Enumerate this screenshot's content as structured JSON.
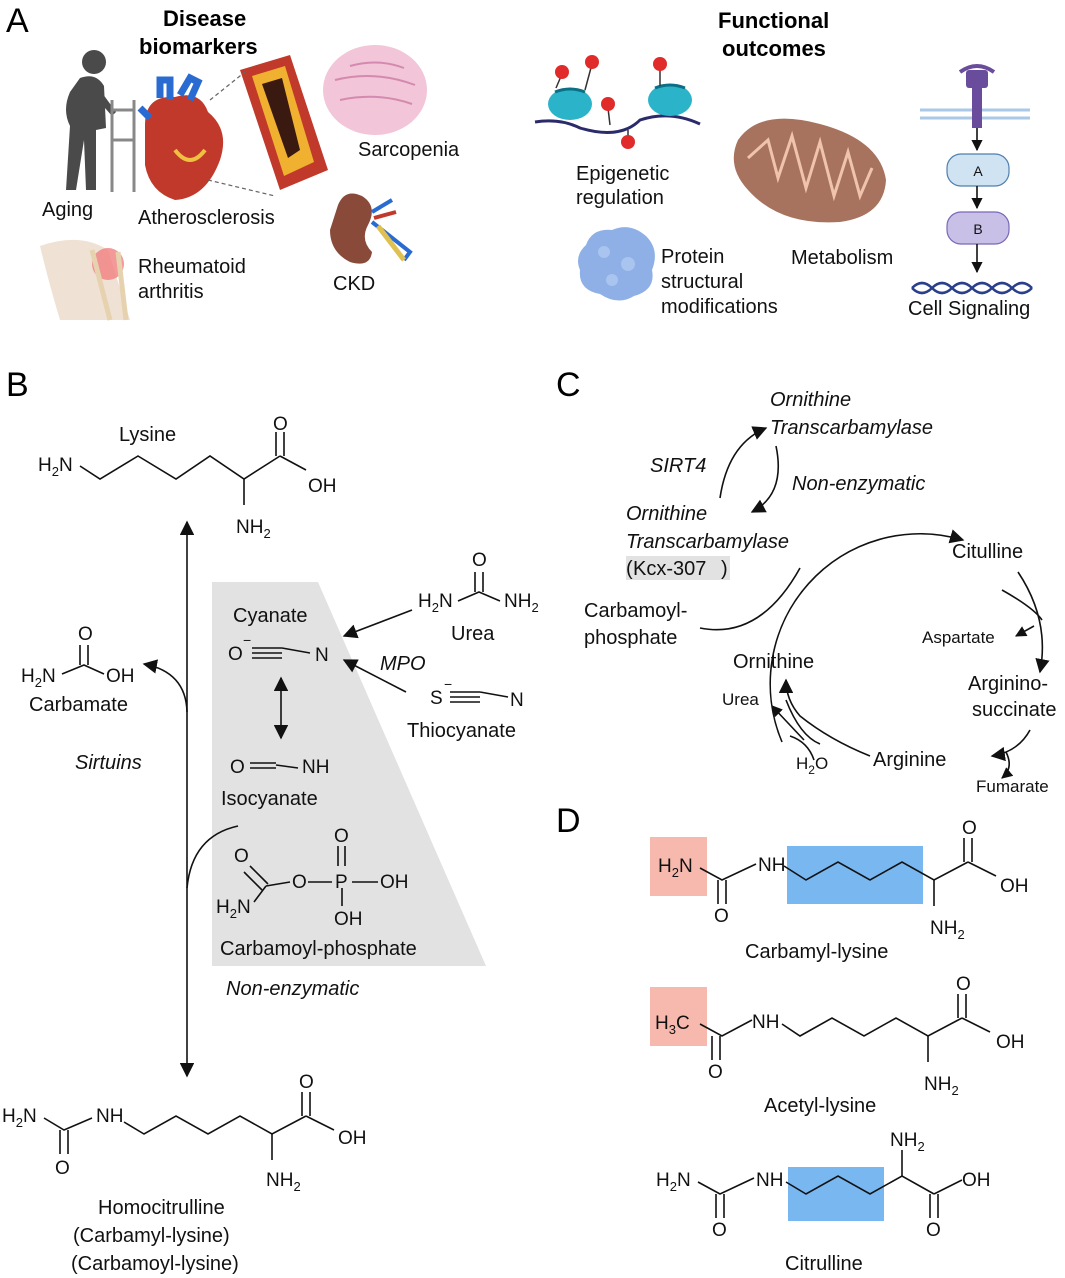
{
  "panels": {
    "a": "A",
    "b": "B",
    "c": "C",
    "d": "D"
  },
  "panel_a": {
    "disease_title_1": "Disease",
    "disease_title_2": "biomarkers",
    "functional_title_1": "Functional",
    "functional_title_2": "outcomes",
    "aging": "Aging",
    "atherosclerosis": "Atherosclerosis",
    "sarcopenia": "Sarcopenia",
    "ra_1": "Rheumatoid",
    "ra_2": "arthritis",
    "ckd": "CKD",
    "epi_1": "Epigenetic",
    "epi_2": "regulation",
    "prot_1": "Protein",
    "prot_2": "structural",
    "prot_3": "modifications",
    "metabolism": "Metabolism",
    "node_a": "A",
    "node_b": "B",
    "cell_signaling": "Cell Signaling"
  },
  "panel_b": {
    "lysine": "Lysine",
    "h2n": "H2N",
    "oh": "OH",
    "o": "O",
    "nh2": "NH2",
    "nh": "NH",
    "cyanate": "Cyanate",
    "o_minus": "O",
    "n": "N",
    "urea": "Urea",
    "mpo": "MPO",
    "s_minus": "S",
    "thiocyanate": "Thiocyanate",
    "carbamate": "Carbamate",
    "sirtuins": "Sirtuins",
    "isocyanate": "Isocyanate",
    "p": "P",
    "carbamoyl_phosphate": "Carbamoyl-phosphate",
    "non_enzymatic": "Non-enzymatic",
    "homocitrulline": "Homocitrulline",
    "alt_1": "(Carbamyl-lysine)",
    "alt_2": "(Carbamoyl-lysine)"
  },
  "panel_c": {
    "otc_top_1": "Ornithine",
    "otc_top_2": "Transcarbamylase",
    "sirt4": "SIRT4",
    "non_enzymatic": "Non-enzymatic",
    "otc_mod_1": "Ornithine",
    "otc_mod_2": "Transcarbamylase",
    "kcx": "Kcx-307",
    "citulline": "Citulline",
    "carbamoyl_1": "Carbamoyl-",
    "carbamoyl_2": "phosphate",
    "aspartate": "Aspartate",
    "ornithine": "Ornithine",
    "urea": "Urea",
    "argino_1": "Arginino-",
    "argino_2": "succinate",
    "h2o": "H2O",
    "arginine": "Arginine",
    "fumarate": "Fumarate"
  },
  "panel_d": {
    "carbamyl_lysine": "Carbamyl-lysine",
    "acetyl_lysine": "Acetyl-lysine",
    "citrulline": "Citrulline",
    "h2n": "H2N",
    "h3c": "H3C",
    "nh": "NH",
    "o": "O",
    "oh": "OH",
    "nh2": "NH2"
  },
  "colors": {
    "highlight_red": "#f7b9ad",
    "highlight_blue": "#79b7f0",
    "gray_region": "#e2e2e2",
    "nucleosome": "#2bb3c9",
    "methyl_red": "#e12a2a",
    "mito": "#a8735e",
    "node_fill": "#cfe3f2",
    "node_b_fill": "#c9c0e8"
  }
}
